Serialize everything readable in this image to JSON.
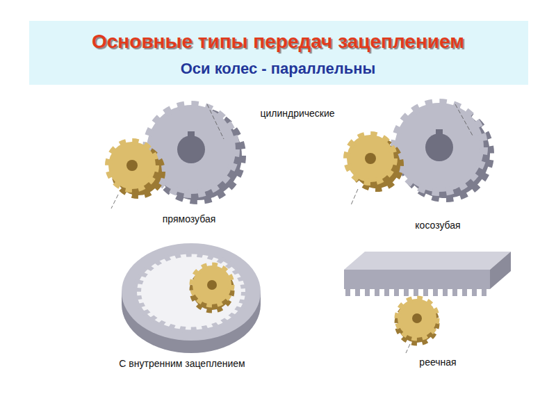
{
  "diagram": {
    "title": "Основные типы передач зацеплением",
    "labels": [
      "Оси колес - параллельны",
      "цилиндрические",
      "прямозубая",
      "косозубая",
      "С внутренним зацеплением",
      "реечная"
    ]
  }
}
